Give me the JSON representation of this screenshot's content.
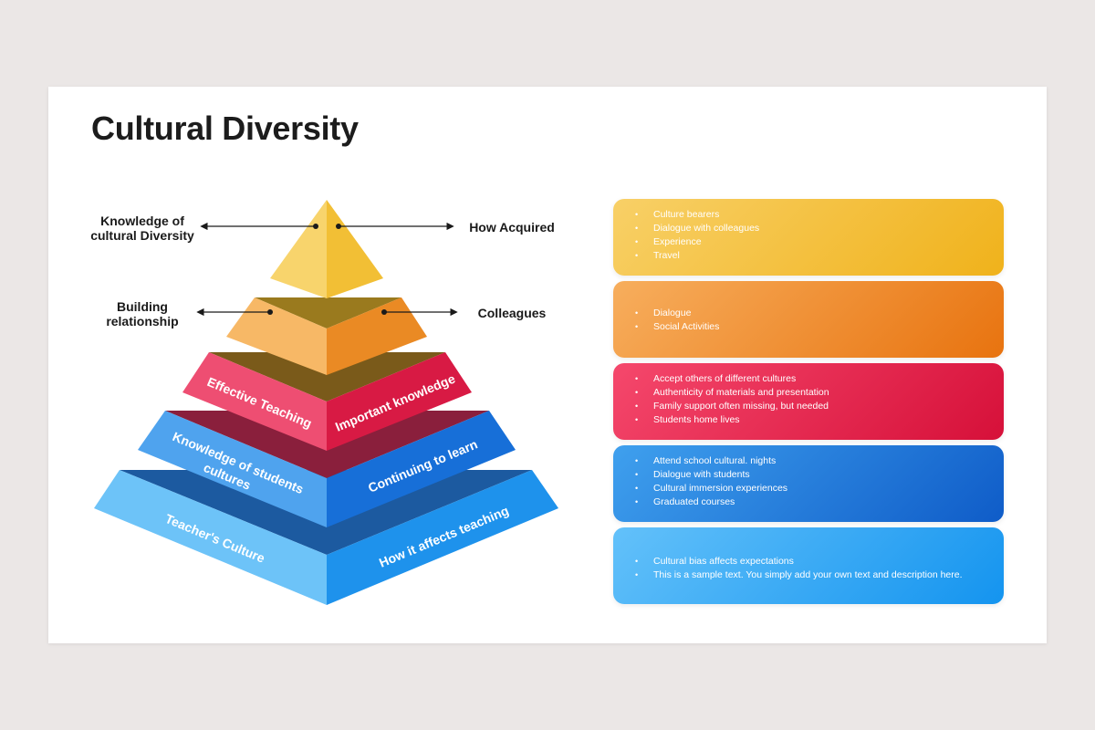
{
  "title": "Cultural Diversity",
  "labels": {
    "top_left": "Knowledge of cultural Diversity",
    "top_right": "How Acquired",
    "mid_left": "Building relationship",
    "mid_right": "Colleagues"
  },
  "pyramid": {
    "level3": {
      "left": "Effective Teaching",
      "right": "Important knowledge",
      "color": "#e8345a"
    },
    "level4": {
      "left": "Knowledge of students cultures",
      "right": "Continuing to learn",
      "color": "#2b83e3"
    },
    "level5": {
      "left": "Teacher's Culture",
      "right": "How it affects teaching",
      "color": "#3aa8f3"
    },
    "level1_color": "#f5c43a",
    "level2_color": "#f0a040"
  },
  "cards": [
    {
      "items": [
        "Culture bearers",
        "Dialogue with colleagues",
        "Experience",
        "Travel"
      ]
    },
    {
      "items": [
        "Dialogue",
        "Social Activities"
      ]
    },
    {
      "items": [
        "Accept others of different cultures",
        "Authenticity of materials and presentation",
        "Family support often missing, but needed",
        "Students home lives"
      ]
    },
    {
      "items": [
        "Attend school cultural. nights",
        "Dialogue with students",
        "Cultural immersion experiences",
        "Graduated courses"
      ]
    },
    {
      "items": [
        "Cultural bias affects expectations",
        "This is a sample text. You simply add your own text and description here."
      ]
    }
  ]
}
